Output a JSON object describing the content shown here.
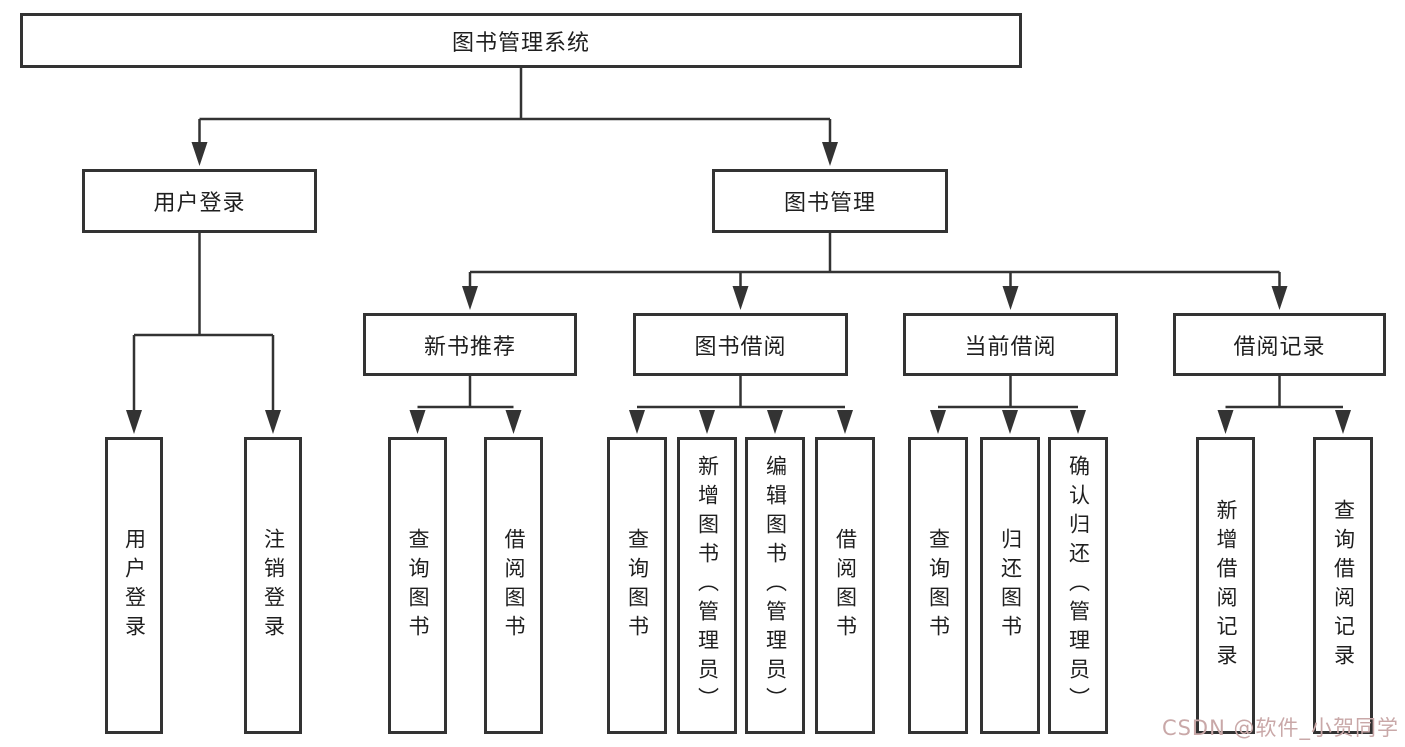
{
  "tree": {
    "root": "图书管理系统",
    "branches": [
      {
        "label": "用户登录",
        "leaves": [
          "用户登录",
          "注销登录"
        ]
      },
      {
        "label": "图书管理",
        "groups": [
          {
            "label": "新书推荐",
            "leaves": [
              "查询图书",
              "借阅图书"
            ]
          },
          {
            "label": "图书借阅",
            "leaves": [
              "查询图书",
              "新增图书（管理员）",
              "编辑图书（管理员）",
              "借阅图书"
            ]
          },
          {
            "label": "当前借阅",
            "leaves": [
              "查询图书",
              "归还图书",
              "确认归还（管理员）"
            ]
          },
          {
            "label": "借阅记录",
            "leaves": [
              "新增借阅记录",
              "查询借阅记录"
            ]
          }
        ]
      }
    ]
  },
  "watermark": {
    "text": "CSDN @软件_小贺同学",
    "color": "#c9a8a8"
  },
  "colors": {
    "line": "#333333",
    "border": "#333333",
    "text": "#1f1f1f",
    "background": "#ffffff"
  }
}
